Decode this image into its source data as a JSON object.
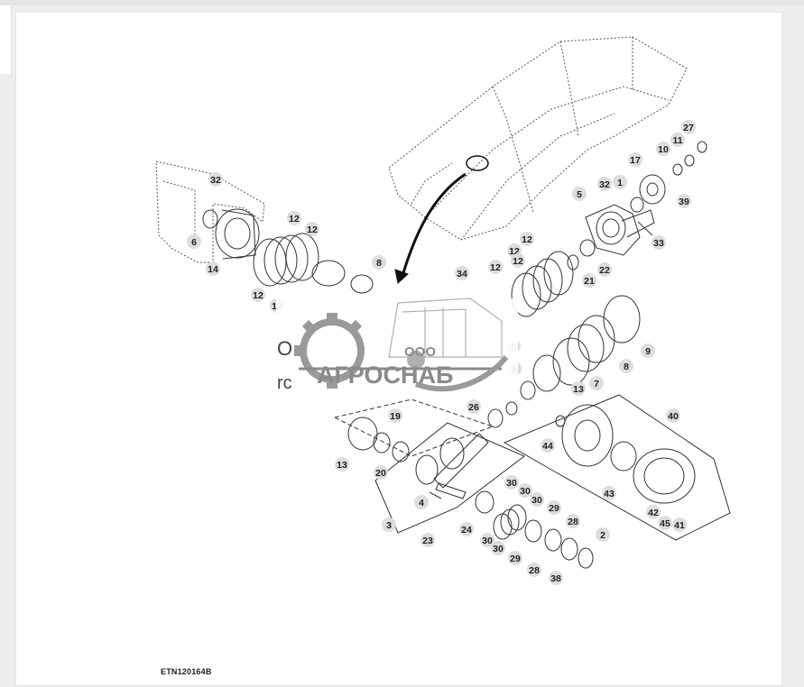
{
  "figure_id": "ETN120164B",
  "watermark": {
    "company_prefix": "ООО",
    "company_name": "АГРОСНАБ"
  },
  "clipped_text": {
    "fragment_1": "O",
    "fragment_2": "rc"
  },
  "callouts": [
    {
      "label": "32"
    },
    {
      "label": "6"
    },
    {
      "label": "14"
    },
    {
      "label": "12"
    },
    {
      "label": "12"
    },
    {
      "label": "12"
    },
    {
      "label": "12"
    },
    {
      "label": "8"
    },
    {
      "label": "34"
    },
    {
      "label": "27"
    },
    {
      "label": "11"
    },
    {
      "label": "10"
    },
    {
      "label": "17"
    },
    {
      "label": "32"
    },
    {
      "label": "1"
    },
    {
      "label": "5"
    },
    {
      "label": "39"
    },
    {
      "label": "33"
    },
    {
      "label": "12"
    },
    {
      "label": "12"
    },
    {
      "label": "12"
    },
    {
      "label": "12"
    },
    {
      "label": "22"
    },
    {
      "label": "21"
    },
    {
      "label": "9"
    },
    {
      "label": "8"
    },
    {
      "label": "7"
    },
    {
      "label": "13"
    },
    {
      "label": "5"
    },
    {
      "label": "5"
    },
    {
      "label": "26"
    },
    {
      "label": "40"
    },
    {
      "label": "44"
    },
    {
      "label": "19"
    },
    {
      "label": "13"
    },
    {
      "label": "20"
    },
    {
      "label": "4"
    },
    {
      "label": "3"
    },
    {
      "label": "43"
    },
    {
      "label": "30"
    },
    {
      "label": "30"
    },
    {
      "label": "30"
    },
    {
      "label": "29"
    },
    {
      "label": "24"
    },
    {
      "label": "23"
    },
    {
      "label": "30"
    },
    {
      "label": "30"
    },
    {
      "label": "29"
    },
    {
      "label": "28"
    },
    {
      "label": "28"
    },
    {
      "label": "2"
    },
    {
      "label": "38"
    },
    {
      "label": "42"
    },
    {
      "label": "45"
    },
    {
      "label": "41"
    }
  ],
  "colors": {
    "line": "#222222",
    "callout_fill": "#dddddd",
    "watermark_gray": "#8a8a8a",
    "background": "#ffffff"
  }
}
